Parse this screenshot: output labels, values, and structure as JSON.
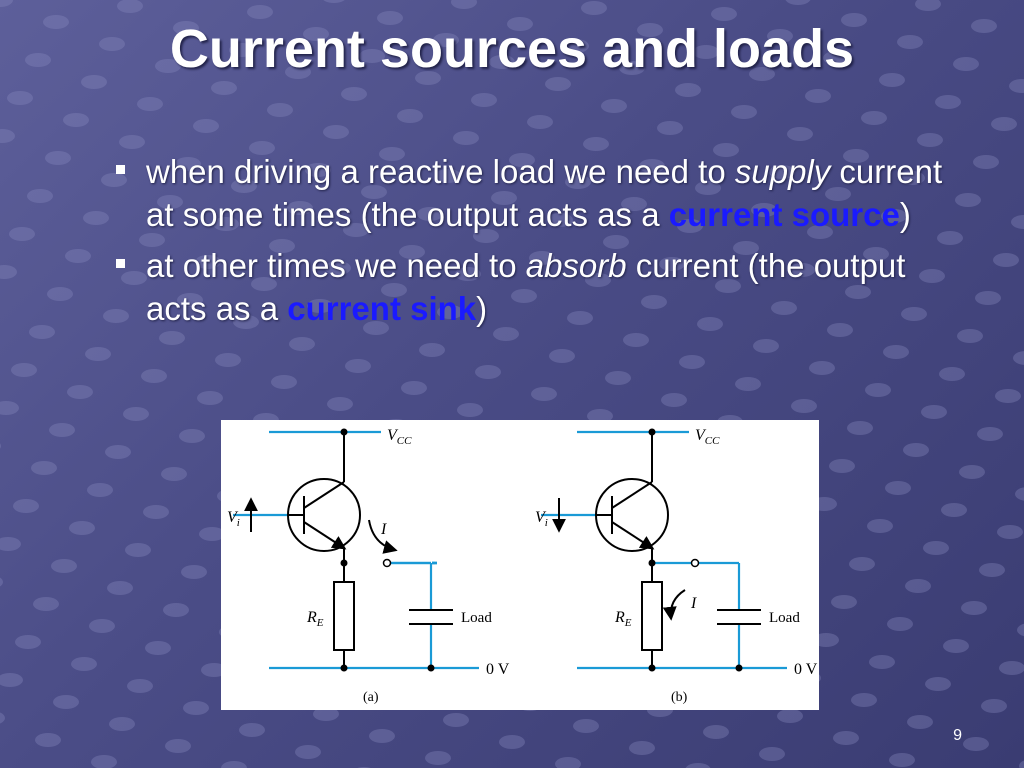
{
  "slide": {
    "title": "Current sources and loads",
    "page_number": "9"
  },
  "bullets": [
    {
      "parts": [
        {
          "text": "when driving a reactive load we need to ",
          "style": "normal"
        },
        {
          "text": "supply",
          "style": "italic"
        },
        {
          "text": " current at some times (the output acts as a ",
          "style": "normal"
        },
        {
          "text": "current source",
          "style": "highlight"
        },
        {
          "text": ")",
          "style": "normal"
        }
      ]
    },
    {
      "parts": [
        {
          "text": "at other times we need to ",
          "style": "normal"
        },
        {
          "text": "absorb",
          "style": "italic"
        },
        {
          "text": " current (the output acts as a ",
          "style": "normal"
        },
        {
          "text": "current sink",
          "style": "highlight"
        },
        {
          "text": ")",
          "style": "normal"
        }
      ]
    }
  ],
  "figure": {
    "circuit_a": {
      "vcc": "V",
      "vcc_sub": "CC",
      "vi": "V",
      "vi_sub": "i",
      "re": "R",
      "re_sub": "E",
      "current": "I",
      "load": "Load",
      "ground": "0 V",
      "caption": "(a)"
    },
    "circuit_b": {
      "vcc": "V",
      "vcc_sub": "CC",
      "vi": "V",
      "vi_sub": "i",
      "re": "R",
      "re_sub": "E",
      "current": "I",
      "load": "Load",
      "ground": "0 V",
      "caption": "(b)"
    }
  },
  "colors": {
    "background": "#4d4f8a",
    "highlight": "#1a1aff",
    "wire": "#1a9ad6",
    "text": "#ffffff"
  }
}
